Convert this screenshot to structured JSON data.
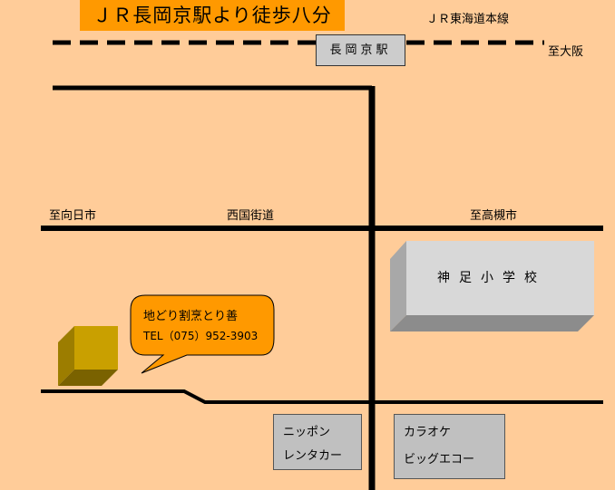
{
  "title": "ＪＲ長岡京駅より徒歩八分",
  "railway": {
    "line_name": "ＪＲ東海道本線",
    "station_name": "長岡京駅",
    "direction_east": "至大阪"
  },
  "roads": {
    "west_label": "至向日市",
    "main_road_label": "西国街道",
    "east_label": "至高槻市"
  },
  "school": {
    "name": "神足小学校"
  },
  "restaurant": {
    "name": "地どり割烹とり善",
    "tel": "TEL（075）952-3903"
  },
  "shops": [
    {
      "line1": "ニッポン",
      "line2": "レンタカー"
    },
    {
      "line1": "カラオケ",
      "line2": "ビッグエコー"
    }
  ],
  "colors": {
    "background": "#FFCC99",
    "title_banner": "#FF9900",
    "callout": "#FF9900",
    "marker": "#C9A000",
    "road": "#000000"
  }
}
